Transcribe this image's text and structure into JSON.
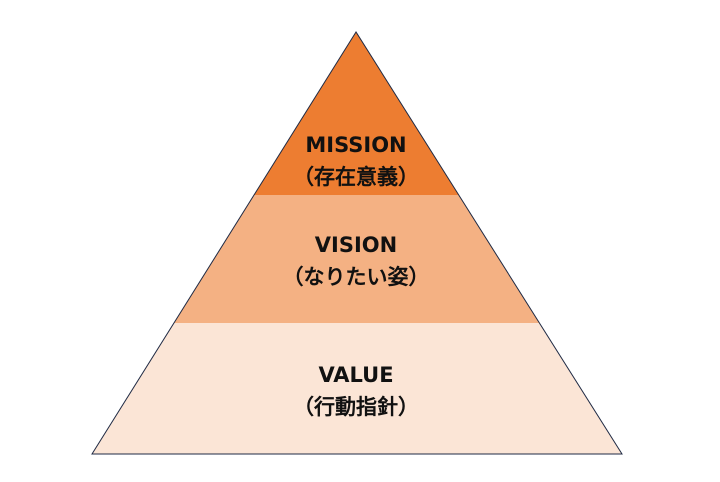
{
  "pyramid": {
    "levels": [
      {
        "title": "MISSION",
        "subtitle": "（存在意義）",
        "color": "#ED7D31"
      },
      {
        "title": "VISION",
        "subtitle": "（なりたい姿）",
        "color": "#F4B183"
      },
      {
        "title": "VALUE",
        "subtitle": "（行動指針）",
        "color": "#FBE5D6"
      }
    ],
    "outline_color": "#1F2A44"
  }
}
